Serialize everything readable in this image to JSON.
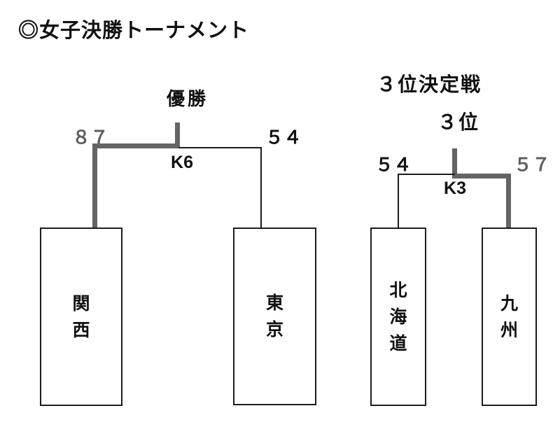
{
  "page": {
    "title": "◎女子決勝トーナメント",
    "background": "#ffffff"
  },
  "colors": {
    "winner_line": "#646464",
    "loser_line": "#1c1c1c",
    "winner_score_text": "#5f5f5f",
    "text": "#111111",
    "box_border": "#1c1c1c"
  },
  "main_bracket": {
    "champion_label": "優勝",
    "match_label": "K6",
    "left": {
      "team": "関西",
      "score": "８７",
      "winner": true
    },
    "right": {
      "team": "東京",
      "score": "５４",
      "winner": false
    }
  },
  "third_place": {
    "heading": "３位決定戦",
    "result_label": "３位",
    "match_label": "K3",
    "left": {
      "team": "北海道",
      "score": "５４",
      "winner": false
    },
    "right": {
      "team": "九州",
      "score": "５７",
      "winner": true
    }
  }
}
